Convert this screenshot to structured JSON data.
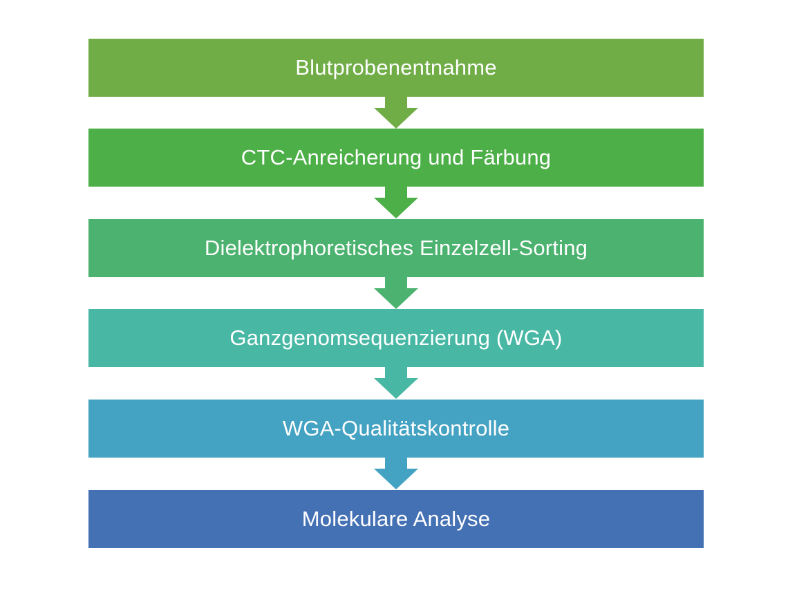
{
  "steps": [
    {
      "label": "Blutprobenentnahme",
      "color": "#70ad47"
    },
    {
      "label": "CTC-Anreicherung und Färbung",
      "color": "#4caf47"
    },
    {
      "label": "Dielektrophoretisches Einzelzell-Sorting",
      "color": "#4cb26f"
    },
    {
      "label": "Ganzgenomsequenzierung (WGA)",
      "color": "#48b8a5"
    },
    {
      "label": "WGA-Qualitätskontrolle",
      "color": "#44a2c2"
    },
    {
      "label": "Molekulare Analyse",
      "color": "#4470b4"
    }
  ]
}
